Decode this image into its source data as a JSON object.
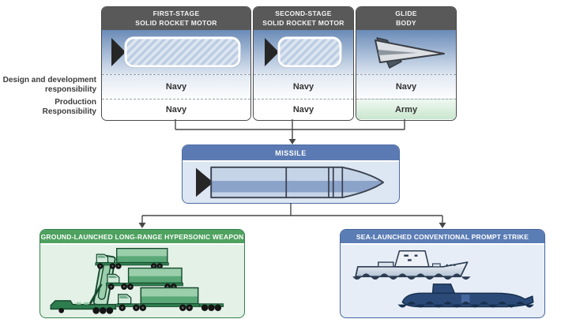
{
  "diagram": {
    "row_labels": {
      "design_line1": "Design and development",
      "design_line2": "responsibility",
      "production_line1": "Production",
      "production_line2": "Responsibility"
    },
    "columns": [
      {
        "title_line1": "FIRST-STAGE",
        "title_line2": "SOLID ROCKET MOTOR",
        "icon": "first-stage-solid-rocket-motor-icon",
        "design_responsibility": "Navy",
        "production_responsibility": "Navy"
      },
      {
        "title_line1": "SECOND-STAGE",
        "title_line2": "SOLID ROCKET MOTOR",
        "icon": "second-stage-solid-rocket-motor-icon",
        "design_responsibility": "Navy",
        "production_responsibility": "Navy"
      },
      {
        "title_line1": "GLIDE",
        "title_line2": "BODY",
        "icon": "glide-body-icon",
        "design_responsibility": "Navy",
        "production_responsibility": "Army"
      }
    ],
    "missile": {
      "title": "MISSILE",
      "icon": "missile-icon"
    },
    "outputs": [
      {
        "title": "GROUND-LAUNCHED LONG-RANGE HYPERSONIC WEAPON",
        "icon": "launcher-trailer-and-trucks-icon"
      },
      {
        "title": "SEA-LAUNCHED CONVENTIONAL PROMPT STRIKE",
        "icon": "surface-ship-and-submarine-icon"
      }
    ],
    "colors": {
      "column_header_gray": "#595959",
      "missile_header_blue": "#5b7ab3",
      "sea_header_blue": "#5b7db5",
      "ground_header_green": "#4ea15f",
      "army_cell_green": "#cde8d2",
      "cell_text": "#333333",
      "connector_gray": "#474747"
    }
  }
}
